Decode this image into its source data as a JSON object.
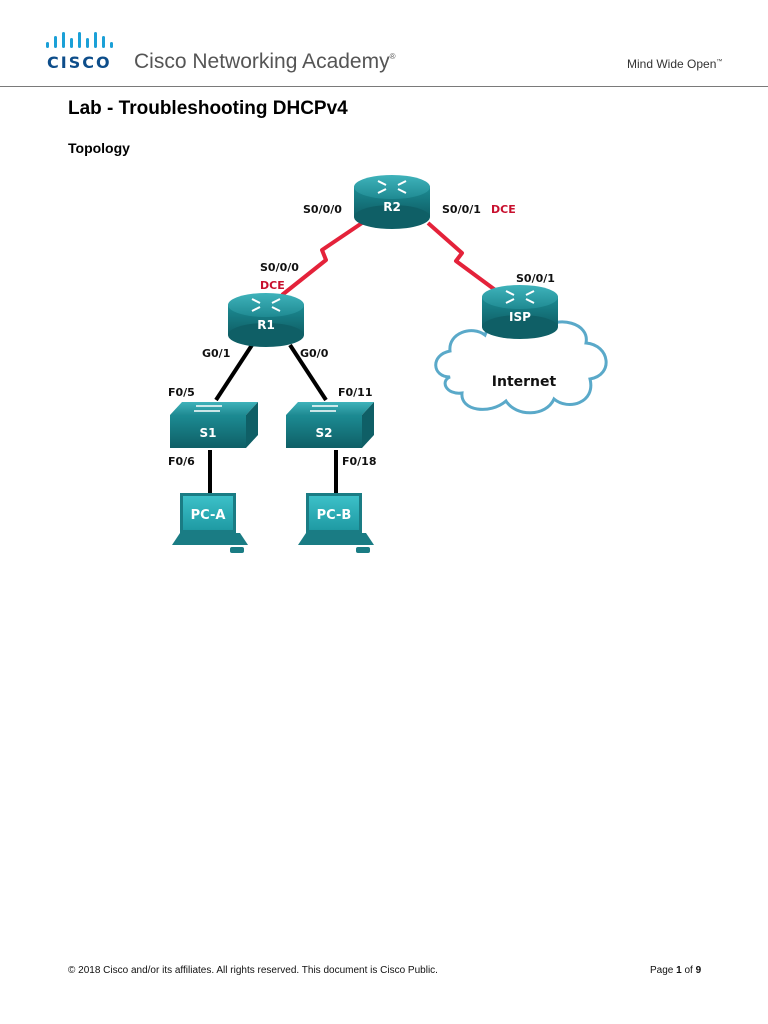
{
  "header": {
    "brand_word": "CISCO",
    "academy_name": "Cisco Networking Academy",
    "registered_mark": "®",
    "tagline": "Mind Wide Open",
    "tagline_mark": "™"
  },
  "document": {
    "title": "Lab - Troubleshooting DHCPv4",
    "section_heading": "Topology"
  },
  "topology": {
    "devices": {
      "r2": "R2",
      "r1": "R1",
      "isp": "ISP",
      "s1": "S1",
      "s2": "S2",
      "pca": "PC-A",
      "pcb": "PC-B",
      "internet": "Internet"
    },
    "interfaces": {
      "r2_s000": "S0/0/0",
      "r2_s001": "S0/0/1",
      "r2_dce": "DCE",
      "r1_s000": "S0/0/0",
      "r1_dce": "DCE",
      "isp_s001": "S0/0/1",
      "r1_g01": "G0/1",
      "r1_g00": "G0/0",
      "s1_f05": "F0/5",
      "s2_f011": "F0/11",
      "s1_f06": "F0/6",
      "s2_f018": "F0/18"
    },
    "colors": {
      "device_teal": "#1f8a92",
      "serial_link": "#e4223a",
      "dce_text": "#c8102e",
      "ethernet_link": "#000000",
      "cloud_outline": "#5aa9c9"
    }
  },
  "footer": {
    "copyright": "© 2018 Cisco and/or its affiliates. All rights reserved. This document is Cisco Public.",
    "page_word": "Page",
    "page_number": "1",
    "of_word": "of",
    "page_total": "9"
  }
}
